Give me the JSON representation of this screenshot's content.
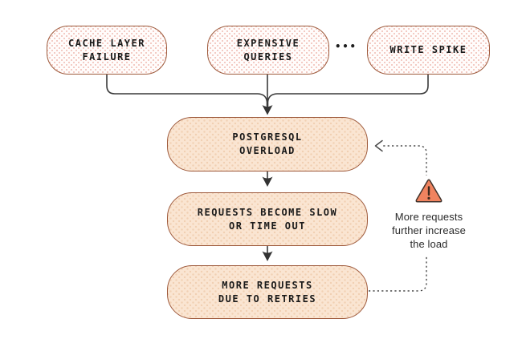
{
  "diagram": {
    "title_semantic": "PostgreSQL overload feedback-loop diagram",
    "causes": {
      "cause1": {
        "line1": "CACHE LAYER",
        "line2": "FAILURE"
      },
      "cause2": {
        "line1": "EXPENSIVE",
        "line2": "QUERIES"
      },
      "cause3": {
        "line1": "WRITE SPIKE"
      },
      "ellipsis": "•••"
    },
    "effects": {
      "effect1": {
        "line1": "POSTGRESQL",
        "line2": "OVERLOAD"
      },
      "effect2": {
        "line1": "REQUESTS BECOME SLOW",
        "line2": "OR TIME OUT"
      },
      "effect3": {
        "line1": "MORE REQUESTS",
        "line2": "DUE TO RETRIES"
      }
    },
    "feedback": {
      "line1": "More requests",
      "line2": "further increase",
      "line3": "the load"
    },
    "colors": {
      "node_border": "#9e5a3c",
      "cause_dot_pink": "#f2c8c0",
      "effect_fill_peach": "#fae5d2",
      "effect_dot": "#f1d0b3",
      "solid_line": "#3a3a3a",
      "dashed_line": "#4a4a4a",
      "warning_triangle_fill": "#f0835f",
      "warning_triangle_stroke": "#41332c",
      "text_dark": "#1a1a1a"
    }
  }
}
